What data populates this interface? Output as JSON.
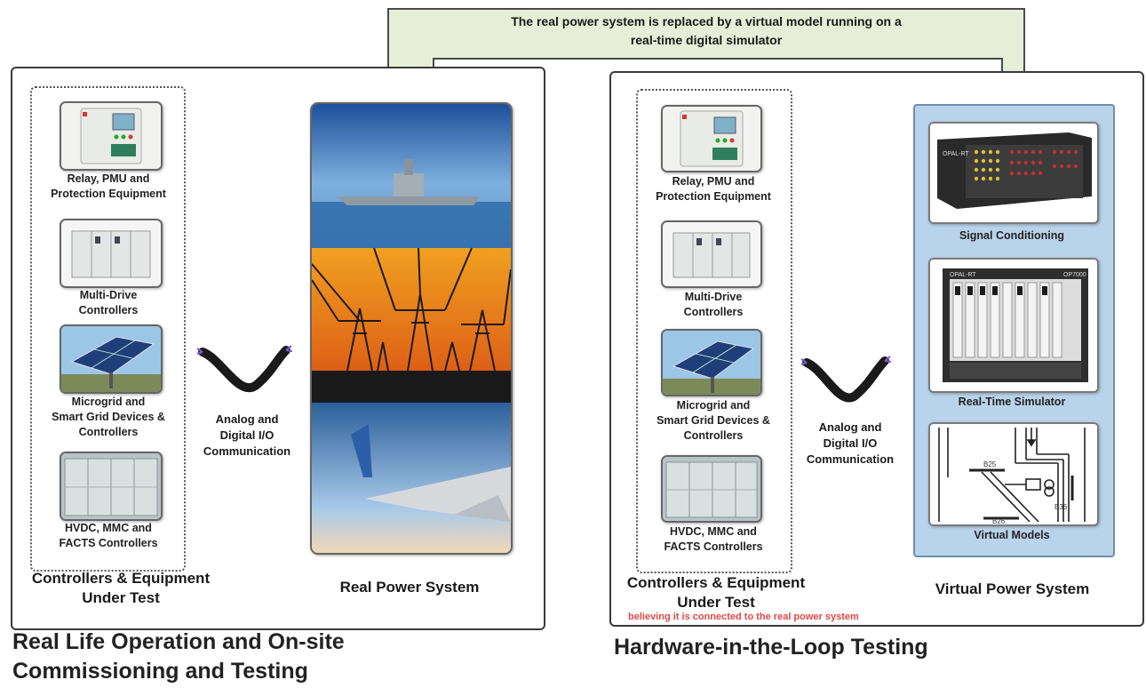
{
  "callout": {
    "line1": "The real power system is replaced by a virtual model running on a",
    "line2": "real-time digital simulator"
  },
  "left": {
    "devices": [
      {
        "line1": "Relay, PMU and",
        "line2": "Protection Equipment"
      },
      {
        "line1": "Multi-Drive",
        "line2": "Controllers"
      },
      {
        "line1": "Microgrid and",
        "line2": "Smart Grid Devices &",
        "line3": "Controllers"
      },
      {
        "line1": "HVDC, MMC and",
        "line2": "FACTS Controllers"
      }
    ],
    "group_label_line1": "Controllers & Equipment",
    "group_label_line2": "Under Test",
    "comm_line1": "Analog and",
    "comm_line2": "Digital I/O",
    "comm_line3": "Communication",
    "system_label": "Real Power System",
    "title_line1": "Real Life Operation and On-site",
    "title_line2": "Commissioning and Testing"
  },
  "right": {
    "devices": [
      {
        "line1": "Relay, PMU and",
        "line2": "Protection Equipment"
      },
      {
        "line1": "Multi-Drive",
        "line2": "Controllers"
      },
      {
        "line1": "Microgrid and",
        "line2": "Smart Grid Devices &",
        "line3": "Controllers"
      },
      {
        "line1": "HVDC, MMC and",
        "line2": "FACTS Controllers"
      }
    ],
    "group_label_line1": "Controllers & Equipment",
    "group_label_line2": "Under Test",
    "note": "believing it is connected to the real power system",
    "comm_line1": "Analog and",
    "comm_line2": "Digital I/O",
    "comm_line3": "Communication",
    "vps": {
      "signal_conditioning": "Signal Conditioning",
      "real_time_simulator": "Real-Time Simulator",
      "virtual_models": "Virtual Models",
      "brand": "OPAL-RT",
      "model": "OP7000",
      "bus_labels": [
        "B25",
        "B26",
        "B36"
      ]
    },
    "system_label": "Virtual Power System",
    "title": "Hardware-in-the-Loop Testing"
  },
  "colors": {
    "callout_fill": "#e6eed8",
    "callout_stroke": "#4a4a4a",
    "vps_fill": "#b9d3ea",
    "note": "#e04848"
  }
}
